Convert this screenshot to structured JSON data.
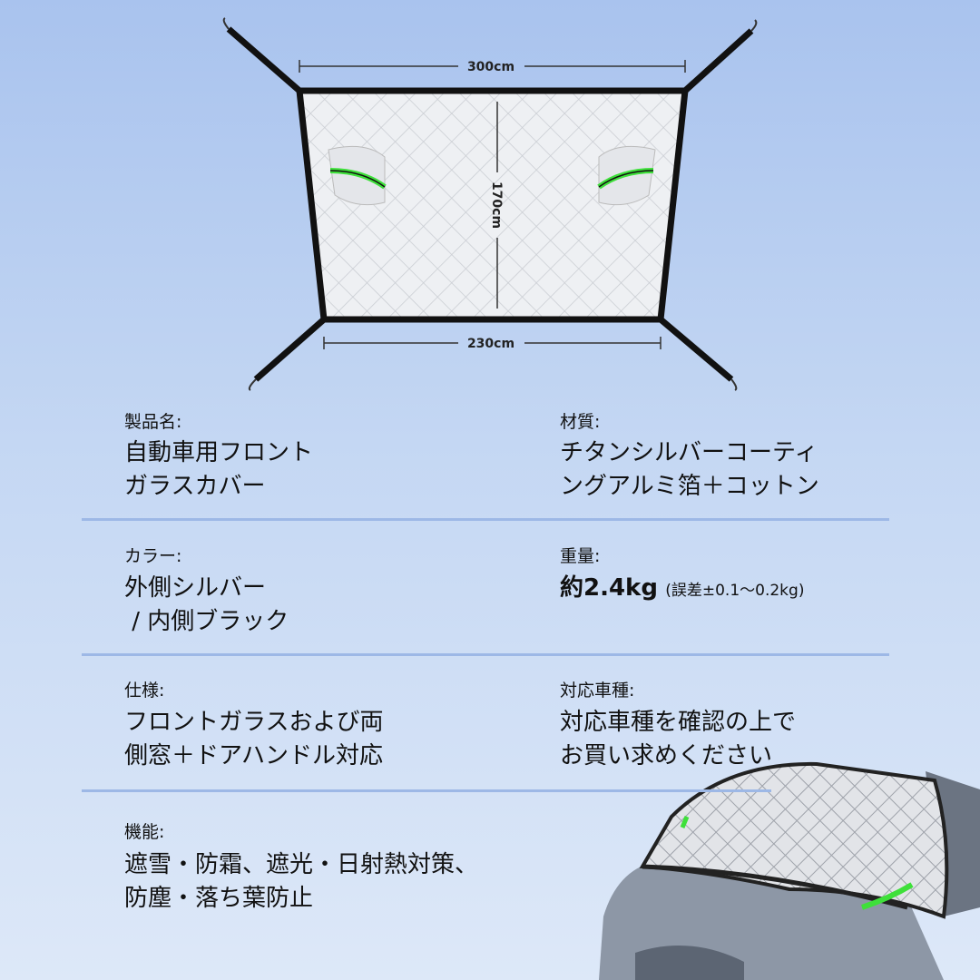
{
  "diagram": {
    "top_width": "300cm",
    "height": "170cm",
    "bottom_width": "230cm"
  },
  "specs": [
    {
      "label": "製品名:",
      "lines": [
        "自動車用フロント",
        "ガラスカバー"
      ]
    },
    {
      "label": "材質:",
      "lines": [
        "チタンシルバーコーティ",
        "ングアルミ箔＋コットン"
      ]
    },
    {
      "label": "カラー:",
      "lines": [
        "外側シルバー",
        " / 内側ブラック"
      ]
    },
    {
      "label": "重量:",
      "value_main": "約2.4kg",
      "value_note": "(誤差±0.1〜0.2kg)"
    },
    {
      "label": "仕様:",
      "lines": [
        "フロントガラスおよび両",
        "側窓＋ドアハンドル対応"
      ]
    },
    {
      "label": "対応車種:",
      "lines": [
        "対応車種を確認の上で",
        "お買い求めください"
      ]
    },
    {
      "label": "機能:",
      "lines": [
        "遮雪・防霜、遮光・日射熱対策、",
        "防塵・落ち葉防止"
      ]
    }
  ],
  "colors": {
    "accent_green": "#3ee03a",
    "divider": "#9db8e6",
    "background": "#c4d7f3"
  }
}
